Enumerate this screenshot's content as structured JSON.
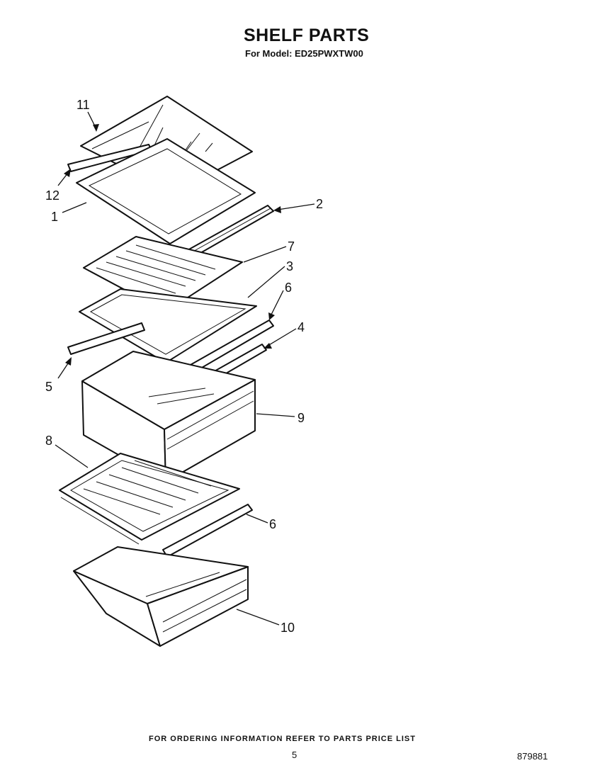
{
  "header": {
    "title": "SHELF PARTS",
    "model_line": "For Model: ED25PWXTW00"
  },
  "callouts": [
    "11",
    "12",
    "1",
    "2",
    "7",
    "3",
    "6",
    "4",
    "5",
    "9",
    "8",
    "6",
    "10"
  ],
  "footer": {
    "ordering_note": "FOR ORDERING INFORMATION REFER TO PARTS PRICE LIST",
    "page_number": "5",
    "document_number": "879881"
  }
}
